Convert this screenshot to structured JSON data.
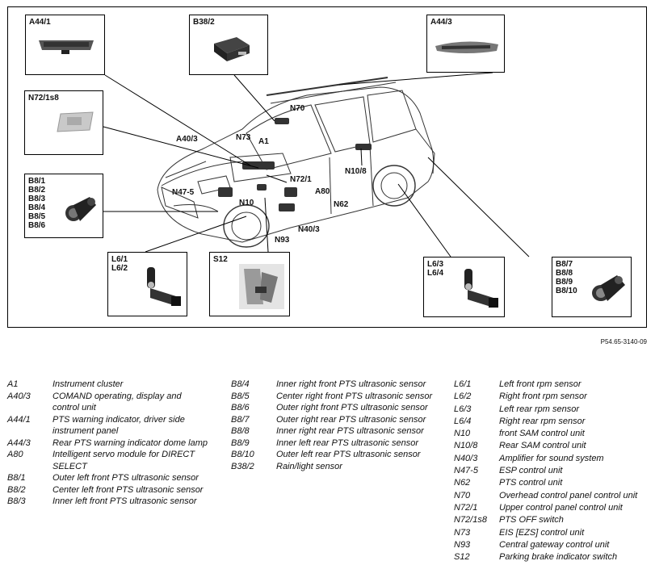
{
  "diagram": {
    "callouts": [
      {
        "id": "a44-1",
        "label": "A44/1"
      },
      {
        "id": "b38-2",
        "label": "B38/2"
      },
      {
        "id": "a44-3",
        "label": "A44/3"
      },
      {
        "id": "n72-1s8",
        "label": "N72/1s8"
      },
      {
        "id": "front-pts",
        "label": "B8/1\nB8/2\nB8/3\nB8/4\nB8/5\nB8/6"
      },
      {
        "id": "l6-front",
        "label": "L6/1\nL6/2"
      },
      {
        "id": "s12",
        "label": "S12"
      },
      {
        "id": "l6-rear",
        "label": "L6/3\nL6/4"
      },
      {
        "id": "rear-pts",
        "label": "B8/7\nB8/8\nB8/9\nB8/10"
      }
    ],
    "labels": {
      "n70": "N70",
      "a40_3": "A40/3",
      "n73": "N73",
      "a1": "A1",
      "n72_1": "N72/1",
      "n10_8": "N10/8",
      "n47_5": "N47-5",
      "a80": "A80",
      "n10": "N10",
      "n62": "N62",
      "n40_3": "N40/3",
      "n93": "N93"
    },
    "figure_code": "P54.65-3140-09"
  },
  "legend": {
    "col1": [
      {
        "code": "A1",
        "desc": "Instrument cluster"
      },
      {
        "code": "A40/3",
        "desc": "COMAND operating, display and control unit"
      },
      {
        "code": "A44/1",
        "desc": "PTS warning indicator, driver side instrument panel"
      },
      {
        "code": "A44/3",
        "desc": "Rear PTS warning indicator dome lamp"
      },
      {
        "code": "A80",
        "desc": "Intelligent servo module for DIRECT SELECT"
      },
      {
        "code": "B8/1",
        "desc": "Outer left front PTS ultrasonic sensor"
      },
      {
        "code": "B8/2",
        "desc": "Center left front PTS ultrasonic sensor"
      },
      {
        "code": "B8/3",
        "desc": "Inner left front PTS ultrasonic sensor"
      }
    ],
    "col2": [
      {
        "code": "B8/4",
        "desc": "Inner right front PTS ultrasonic sensor"
      },
      {
        "code": "B8/5",
        "desc": "Center right front PTS ultrasonic sensor"
      },
      {
        "code": "B8/6",
        "desc": "Outer right front PTS ultrasonic sensor"
      },
      {
        "code": "B8/7",
        "desc": "Outer right rear PTS ultrasonic sensor"
      },
      {
        "code": "B8/8",
        "desc": "Inner right rear PTS ultrasonic sensor"
      },
      {
        "code": "B8/9",
        "desc": "Inner left rear PTS ultrasonic sensor"
      },
      {
        "code": "B8/10",
        "desc": "Outer left rear PTS ultrasonic sensor"
      },
      {
        "code": "B38/2",
        "desc": "Rain/light sensor"
      }
    ],
    "col3": [
      {
        "code": "L6/1",
        "desc": "Left front rpm sensor"
      },
      {
        "code": "L6/2",
        "desc": "Right front rpm sensor"
      },
      {
        "code": "L6/3",
        "desc": "Left rear rpm sensor"
      },
      {
        "code": "L6/4",
        "desc": "Right rear rpm sensor"
      },
      {
        "code": "N10",
        "desc": "front SAM control unit"
      },
      {
        "code": "N10/8",
        "desc": "Rear SAM control unit"
      },
      {
        "code": "N40/3",
        "desc": "Amplifier for sound system"
      },
      {
        "code": "N47-5",
        "desc": "ESP control unit"
      },
      {
        "code": "N62",
        "desc": "PTS control unit"
      },
      {
        "code": "N70",
        "desc": "Overhead control panel control unit"
      },
      {
        "code": "N72/1",
        "desc": "Upper control panel control unit"
      },
      {
        "code": "N72/1s8",
        "desc": "PTS OFF switch"
      },
      {
        "code": "N73",
        "desc": "EIS [EZS] control unit"
      },
      {
        "code": "N93",
        "desc": "Central gateway control unit"
      },
      {
        "code": "S12",
        "desc": "Parking brake indicator switch"
      }
    ]
  }
}
